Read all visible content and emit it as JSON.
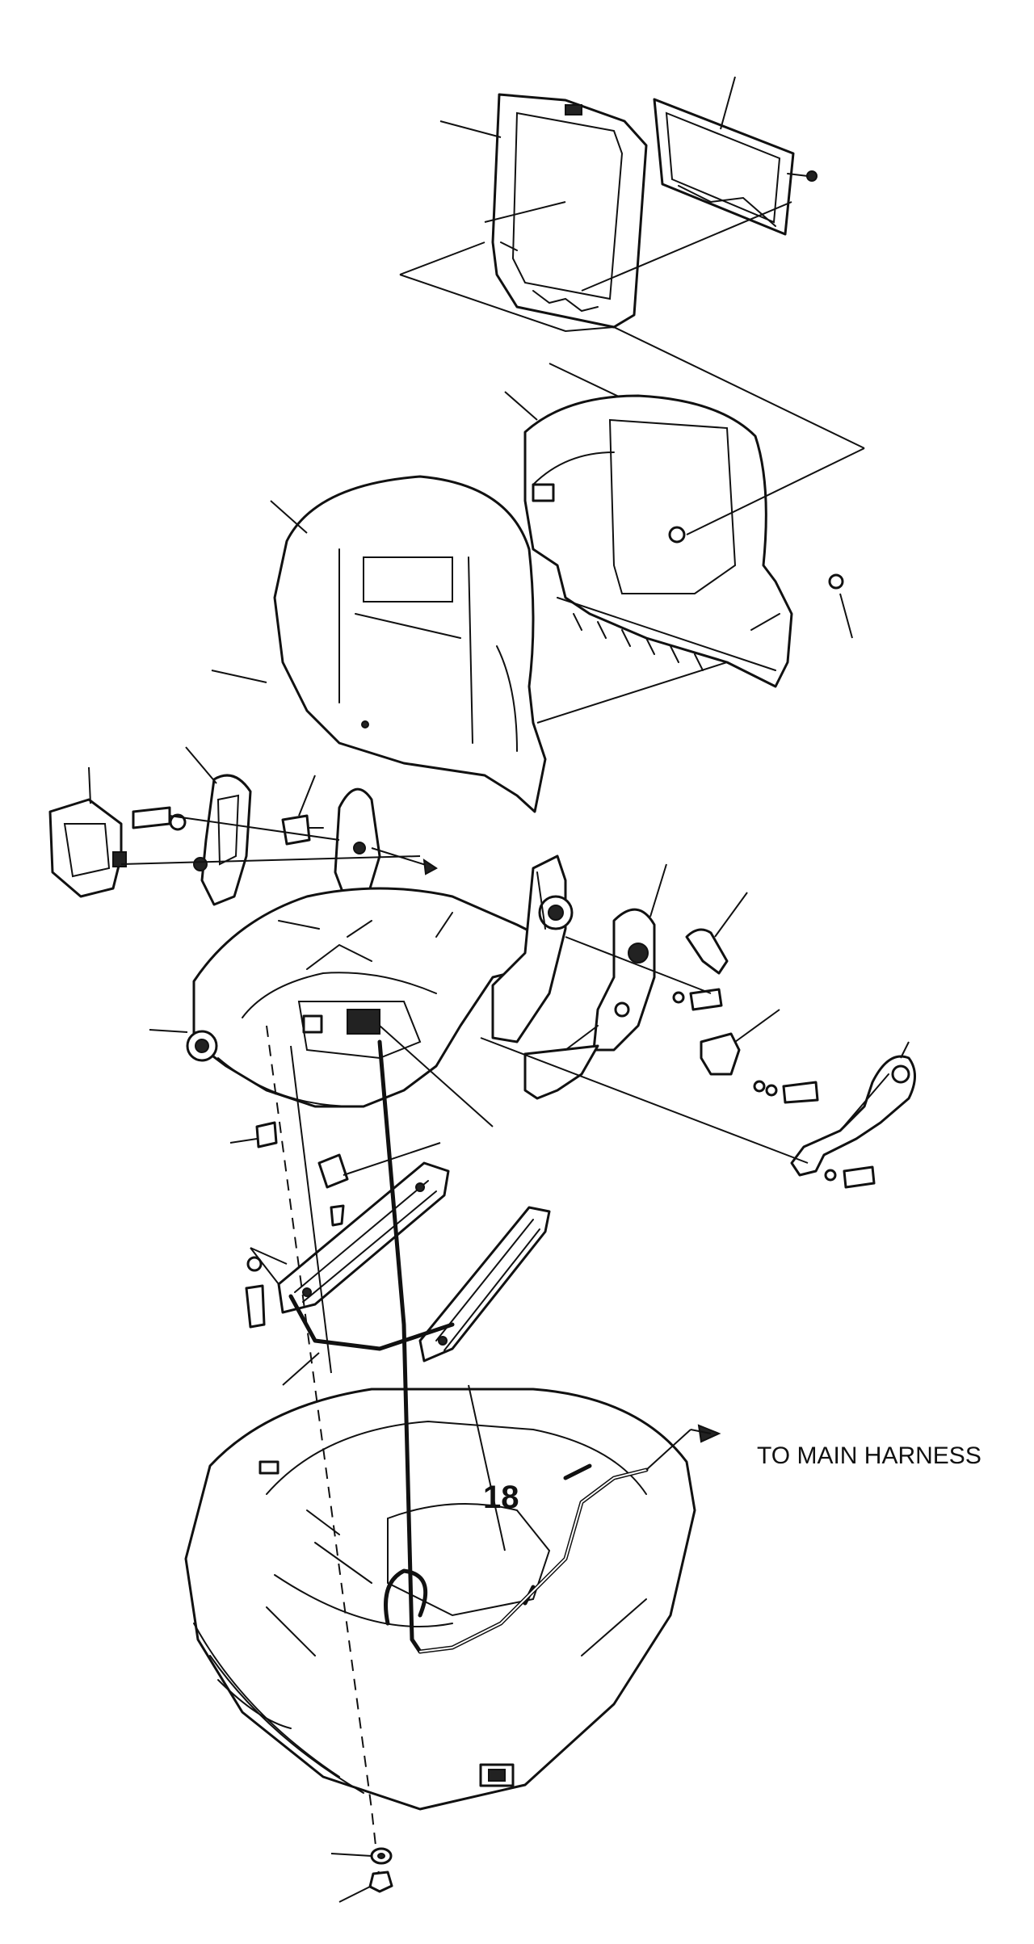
{
  "diagram": {
    "callouts": [
      {
        "id": "harness-number",
        "text": "18"
      },
      {
        "id": "main-harness-label",
        "text": "TO MAIN HARNESS"
      }
    ]
  }
}
